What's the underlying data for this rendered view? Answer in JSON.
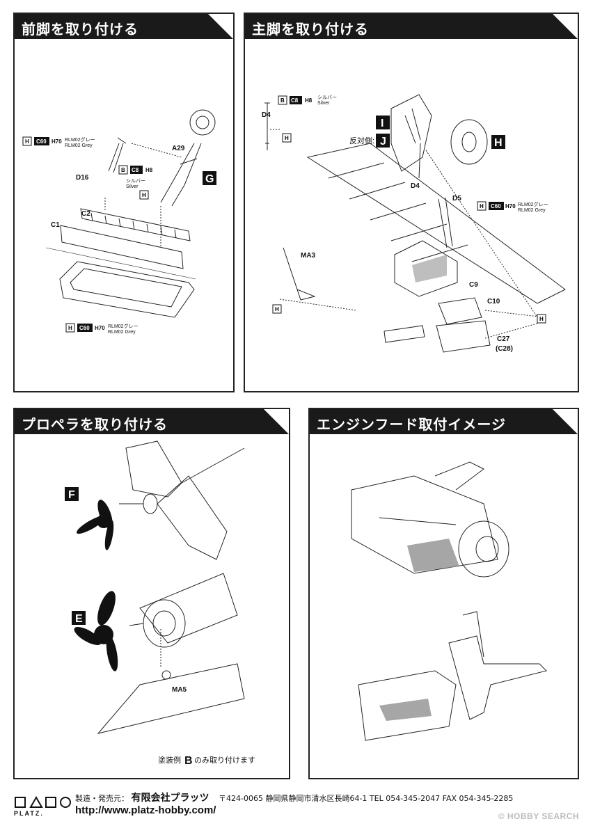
{
  "panels": {
    "nose_gear": {
      "title": "前脚を取り付ける",
      "parts": {
        "a29": "A29",
        "d16": "D16",
        "c1": "C1",
        "c2": "C2"
      },
      "callouts": {
        "g_letter": "G",
        "b_letter": "B",
        "h_letter": "H",
        "c8": "C8",
        "h8": "H8",
        "c60": "C60",
        "h70": "H70",
        "rlm_jp": "RLM02グレー",
        "rlm_en": "RLM02 Grey",
        "silver_jp": "シルバー",
        "silver_en": "Silver"
      }
    },
    "main_gear": {
      "title": "主脚を取り付ける",
      "parts": {
        "d4a": "D4",
        "d4b": "D4",
        "d5": "D5",
        "ma3": "MA3",
        "c9": "C9",
        "c10": "C10",
        "c27": "C27",
        "c28": "(C28)"
      },
      "callouts": {
        "i_letter": "I",
        "j_letter": "J",
        "h_letter": "H",
        "opposite_side": "反対側:",
        "b_letter": "B",
        "c8": "C8",
        "h8": "H8",
        "silver_jp": "シルバー",
        "silver_en": "Silver",
        "c60": "C60",
        "h70": "H70",
        "rlm_jp": "RLM02グレー",
        "rlm_en": "RLM02 Grey"
      }
    },
    "propeller": {
      "title": "プロペラを取り付ける",
      "labels": {
        "f_letter": "F",
        "e_letter": "E",
        "ma5": "MA5",
        "scheme_note_pre": "塗装例",
        "scheme_letter": "B",
        "scheme_note_post": "のみ取り付けます"
      }
    },
    "hood": {
      "title": "エンジンフード取付イメージ"
    }
  },
  "footer": {
    "brand": "PLATZ.",
    "maker_label": "製造・発売元：",
    "company": "有限会社プラッツ",
    "address": "〒424-0065 静岡県静岡市清水区長崎64-1 TEL 054-345-2047 FAX 054-345-2285",
    "url": "http://www.platz-hobby.com/",
    "watermark": "© HOBBY SEARCH"
  },
  "colors": {
    "header_bg": "#1a1a1a",
    "chip_black": "#111111",
    "fill_gray": "#8a8a8a"
  }
}
